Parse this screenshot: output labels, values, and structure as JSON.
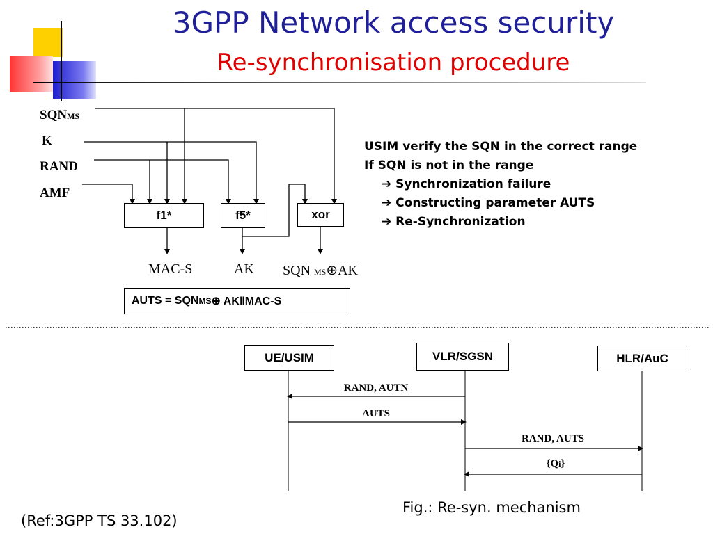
{
  "title": "3GPP Network access security",
  "subtitle": "Re-synchronisation procedure",
  "inputs": [
    {
      "label": "SQN",
      "sub": "MS"
    },
    {
      "label": "K",
      "sub": ""
    },
    {
      "label": "RAND",
      "sub": ""
    },
    {
      "label": "AMF",
      "sub": ""
    }
  ],
  "functions": [
    "f1*",
    "f5*",
    "xor"
  ],
  "outputs": {
    "mac": "MAC-S",
    "ak": "AK",
    "sqn_prefix": "SQN ",
    "sqn_sub": "MS",
    "sqn_suffix": "⊕AK"
  },
  "auts_formula": {
    "prefix": "AUTS = SQN",
    "sub": "MS",
    "suffix": " ⊕ AK‖MAC-S"
  },
  "info_lines": [
    "USIM verify the SQN in the correct range",
    "If SQN is not in the range",
    "➔ Synchronization  failure",
    "➔ Constructing parameter AUTS",
    "➔ Re-Synchronization"
  ],
  "entities": [
    "UE/USIM",
    "VLR/SGSN",
    "HLR/AuC"
  ],
  "messages": [
    {
      "label": "RAND, AUTN"
    },
    {
      "label": "AUTS"
    },
    {
      "label": "RAND, AUTS"
    },
    {
      "label_prefix": "{Q",
      "label_sub": "i",
      "label_suffix": "}"
    }
  ],
  "caption": "Fig.: Re-syn. mechanism",
  "reference": "(Ref:3GPP TS 33.102)",
  "colors": {
    "title": "#1f1f99",
    "subtitle": "#e00000",
    "deco_yellow": "#ffd200",
    "deco_red": "#ff3333",
    "deco_blue": "#2b2bd6"
  }
}
